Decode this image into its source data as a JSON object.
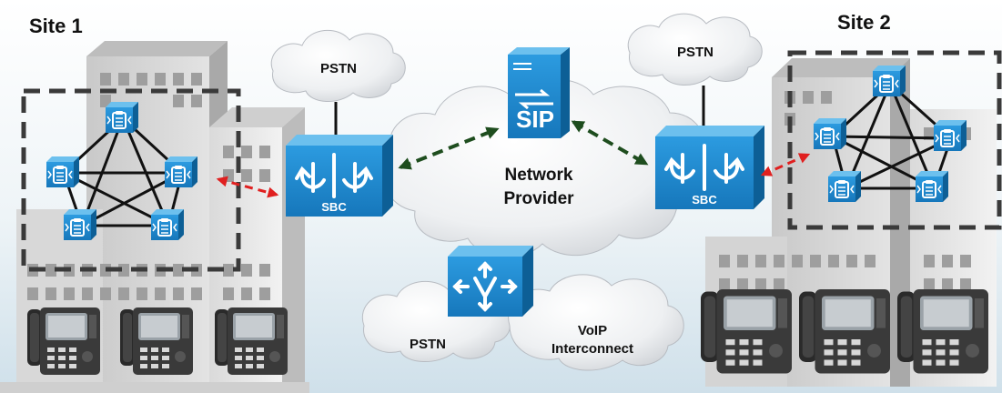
{
  "sites": [
    {
      "label": "Site 1"
    },
    {
      "label": "Site 2"
    }
  ],
  "clouds": {
    "pstn_top_left": "PSTN",
    "pstn_top_right": "PSTN",
    "pstn_bottom": "PSTN",
    "network_provider_line1": "Network",
    "network_provider_line2": "Provider",
    "voip_line1": "VoIP",
    "voip_line2": "Interconnect"
  },
  "devices": {
    "sbc_label": "SBC",
    "sip_label": "SIP"
  },
  "colors": {
    "device_blue": "#1f8fd0",
    "device_blue_dark": "#0d5f96",
    "device_blue_top": "#58b6ea",
    "signal_arrow_red": "#e02020",
    "trunk_arrow_green": "#1e4d1e",
    "dashed_boundary": "#3a3a3a",
    "sky_top": "#ffffff",
    "sky_bottom": "#d8e6ee"
  },
  "icons": [
    "ip-phone-icon",
    "sbc-icon",
    "sip-server-icon",
    "voice-router-icon",
    "cloud-icon",
    "building-icon",
    "desk-phone-icon"
  ]
}
